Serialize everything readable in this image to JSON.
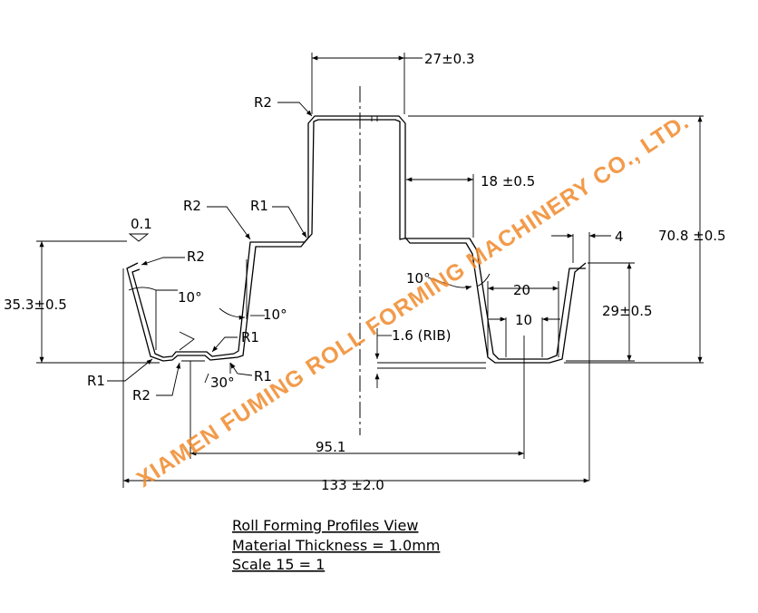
{
  "drawing": {
    "dimensions": {
      "top_width": "27±0.3",
      "radius_top": "R2",
      "radius_shoulder_left": "R2",
      "radius_shoulder_right": "R1",
      "inner_flange": "18  ±0.5",
      "flatness": "0.1",
      "radius_left_top": "R2",
      "left_height": "35.3±0.5",
      "angle_left_inner": "10°",
      "angle_left_outer": "10°",
      "radius_left_bottom_r": "R1",
      "radius_left_bottom_l": "R1",
      "radius_rib_r2": "R2",
      "angle_rib": "30°",
      "radius_rib_r1": "R1",
      "rib_label": "1.6 (RIB)",
      "angle_right": "10°",
      "right_top_width": "20",
      "right_bottom_width": "10",
      "right_height": "29±0.5",
      "right_flange": "4",
      "total_height": "70.8  ±0.5",
      "center_offset": "95.1",
      "overall_width": "133  ±2.0"
    },
    "title_block": {
      "line1": "Roll Forming Profiles View",
      "line2": "Material Thickness = 1.0mm",
      "line3": "Scale 15 = 1"
    },
    "watermark": "XIAMEN FUMING ROLL FORMING MACHINERY CO., LTD.",
    "colors": {
      "line": "#000000",
      "watermark": "#f08a2c",
      "background": "#ffffff"
    }
  }
}
